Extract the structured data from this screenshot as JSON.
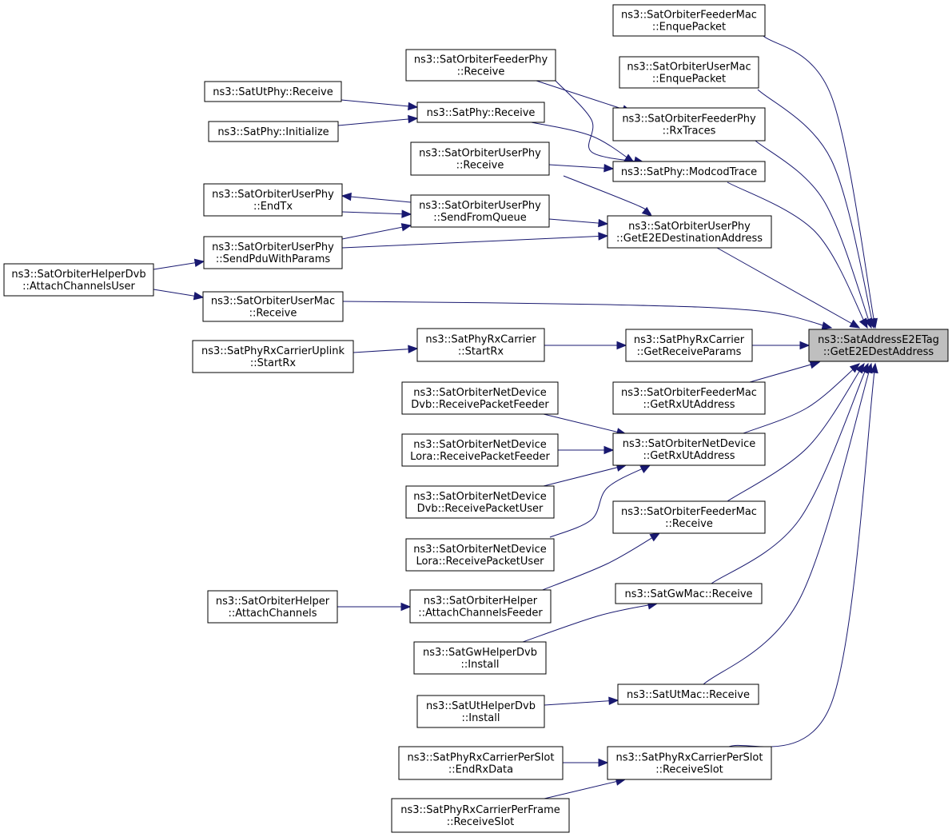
{
  "diagram": {
    "colors": {
      "edge": "#191970",
      "node_border": "#000000",
      "node_fill": "#ffffff",
      "target_fill": "#bfbfbf",
      "background": "#ffffff"
    },
    "target": {
      "id": "target",
      "lines": [
        "ns3::SatAddressE2ETag",
        "::GetE2EDestAddress"
      ]
    },
    "nodes": [
      {
        "id": "feederMacEnque",
        "lines": [
          "ns3::SatOrbiterFeederMac",
          "::EnquePacket"
        ]
      },
      {
        "id": "feederPhyReceive",
        "lines": [
          "ns3::SatOrbiterFeederPhy",
          "::Receive"
        ]
      },
      {
        "id": "userMacEnque",
        "lines": [
          "ns3::SatOrbiterUserMac",
          "::EnquePacket"
        ]
      },
      {
        "id": "utPhyReceive",
        "lines": [
          "ns3::SatUtPhy::Receive"
        ]
      },
      {
        "id": "phyReceive",
        "lines": [
          "ns3::SatPhy::Receive"
        ]
      },
      {
        "id": "feederPhyRxTraces",
        "lines": [
          "ns3::SatOrbiterFeederPhy",
          "::RxTraces"
        ]
      },
      {
        "id": "phyInitialize",
        "lines": [
          "ns3::SatPhy::Initialize"
        ]
      },
      {
        "id": "userPhyReceive",
        "lines": [
          "ns3::SatOrbiterUserPhy",
          "::Receive"
        ]
      },
      {
        "id": "modcodTrace",
        "lines": [
          "ns3::SatPhy::ModcodTrace"
        ]
      },
      {
        "id": "userPhyEndTx",
        "lines": [
          "ns3::SatOrbiterUserPhy",
          "::EndTx"
        ]
      },
      {
        "id": "sendFromQueue",
        "lines": [
          "ns3::SatOrbiterUserPhy",
          "::SendFromQueue"
        ]
      },
      {
        "id": "getE2EDestinationAddress",
        "lines": [
          "ns3::SatOrbiterUserPhy",
          "::GetE2EDestinationAddress"
        ]
      },
      {
        "id": "sendPduWithParams",
        "lines": [
          "ns3::SatOrbiterUserPhy",
          "::SendPduWithParams"
        ]
      },
      {
        "id": "attachChannelsUser",
        "lines": [
          "ns3::SatOrbiterHelperDvb",
          "::AttachChannelsUser"
        ]
      },
      {
        "id": "userMacReceive",
        "lines": [
          "ns3::SatOrbiterUserMac",
          "::Receive"
        ]
      },
      {
        "id": "rxCarrierStartRx",
        "lines": [
          "ns3::SatPhyRxCarrier",
          "::StartRx"
        ]
      },
      {
        "id": "getReceiveParams",
        "lines": [
          "ns3::SatPhyRxCarrier",
          "::GetReceiveParams"
        ]
      },
      {
        "id": "uplinkStartRx",
        "lines": [
          "ns3::SatPhyRxCarrierUplink",
          "::StartRx"
        ]
      },
      {
        "id": "dvbReceiveFeeder",
        "lines": [
          "ns3::SatOrbiterNetDevice",
          "Dvb::ReceivePacketFeeder"
        ]
      },
      {
        "id": "feederMacGetRxUt",
        "lines": [
          "ns3::SatOrbiterFeederMac",
          "::GetRxUtAddress"
        ]
      },
      {
        "id": "loraReceiveFeeder",
        "lines": [
          "ns3::SatOrbiterNetDevice",
          "Lora::ReceivePacketFeeder"
        ]
      },
      {
        "id": "netDeviceGetRxUt",
        "lines": [
          "ns3::SatOrbiterNetDevice",
          "::GetRxUtAddress"
        ]
      },
      {
        "id": "dvbReceiveUser",
        "lines": [
          "ns3::SatOrbiterNetDevice",
          "Dvb::ReceivePacketUser"
        ]
      },
      {
        "id": "feederMacReceive",
        "lines": [
          "ns3::SatOrbiterFeederMac",
          "::Receive"
        ]
      },
      {
        "id": "loraReceiveUser",
        "lines": [
          "ns3::SatOrbiterNetDevice",
          "Lora::ReceivePacketUser"
        ]
      },
      {
        "id": "helperAttachChannels",
        "lines": [
          "ns3::SatOrbiterHelper",
          "::AttachChannels"
        ]
      },
      {
        "id": "attachChannelsFeeder",
        "lines": [
          "ns3::SatOrbiterHelper",
          "::AttachChannelsFeeder"
        ]
      },
      {
        "id": "gwMacReceive",
        "lines": [
          "ns3::SatGwMac::Receive"
        ]
      },
      {
        "id": "gwHelperInstall",
        "lines": [
          "ns3::SatGwHelperDvb",
          "::Install"
        ]
      },
      {
        "id": "utMacReceive",
        "lines": [
          "ns3::SatUtMac::Receive"
        ]
      },
      {
        "id": "utHelperInstall",
        "lines": [
          "ns3::SatUtHelperDvb",
          "::Install"
        ]
      },
      {
        "id": "perSlotEndRxData",
        "lines": [
          "ns3::SatPhyRxCarrierPerSlot",
          "::EndRxData"
        ]
      },
      {
        "id": "perSlotReceiveSlot",
        "lines": [
          "ns3::SatPhyRxCarrierPerSlot",
          "::ReceiveSlot"
        ]
      },
      {
        "id": "perFrameReceiveSlot",
        "lines": [
          "ns3::SatPhyRxCarrierPerFrame",
          "::ReceiveSlot"
        ]
      }
    ],
    "edges": [
      {
        "from": "feederMacEnque",
        "to": "target"
      },
      {
        "from": "userMacEnque",
        "to": "target"
      },
      {
        "from": "feederPhyRxTraces",
        "to": "target"
      },
      {
        "from": "modcodTrace",
        "to": "target"
      },
      {
        "from": "getE2EDestinationAddress",
        "to": "target"
      },
      {
        "from": "userMacReceive",
        "to": "target"
      },
      {
        "from": "getReceiveParams",
        "to": "target"
      },
      {
        "from": "feederMacGetRxUt",
        "to": "target"
      },
      {
        "from": "netDeviceGetRxUt",
        "to": "target"
      },
      {
        "from": "feederMacReceive",
        "to": "target"
      },
      {
        "from": "gwMacReceive",
        "to": "target"
      },
      {
        "from": "utMacReceive",
        "to": "target"
      },
      {
        "from": "perSlotReceiveSlot",
        "to": "target"
      },
      {
        "from": "feederPhyReceive",
        "to": "feederPhyRxTraces"
      },
      {
        "from": "feederPhyReceive",
        "to": "modcodTrace"
      },
      {
        "from": "utPhyReceive",
        "to": "phyReceive"
      },
      {
        "from": "phyInitialize",
        "to": "phyReceive"
      },
      {
        "from": "phyReceive",
        "to": "modcodTrace"
      },
      {
        "from": "userPhyReceive",
        "to": "modcodTrace"
      },
      {
        "from": "userPhyReceive",
        "to": "getE2EDestinationAddress"
      },
      {
        "from": "sendFromQueue",
        "to": "userPhyEndTx"
      },
      {
        "from": "userPhyEndTx",
        "to": "sendFromQueue"
      },
      {
        "from": "sendFromQueue",
        "to": "getE2EDestinationAddress"
      },
      {
        "from": "sendPduWithParams",
        "to": "sendFromQueue"
      },
      {
        "from": "sendPduWithParams",
        "to": "getE2EDestinationAddress"
      },
      {
        "from": "attachChannelsUser",
        "to": "sendPduWithParams"
      },
      {
        "from": "attachChannelsUser",
        "to": "userMacReceive"
      },
      {
        "from": "rxCarrierStartRx",
        "to": "getReceiveParams"
      },
      {
        "from": "uplinkStartRx",
        "to": "rxCarrierStartRx"
      },
      {
        "from": "dvbReceiveFeeder",
        "to": "netDeviceGetRxUt"
      },
      {
        "from": "loraReceiveFeeder",
        "to": "netDeviceGetRxUt"
      },
      {
        "from": "dvbReceiveUser",
        "to": "netDeviceGetRxUt"
      },
      {
        "from": "loraReceiveUser",
        "to": "netDeviceGetRxUt"
      },
      {
        "from": "attachChannelsFeeder",
        "to": "feederMacReceive"
      },
      {
        "from": "helperAttachChannels",
        "to": "attachChannelsFeeder"
      },
      {
        "from": "gwHelperInstall",
        "to": "gwMacReceive"
      },
      {
        "from": "utHelperInstall",
        "to": "utMacReceive"
      },
      {
        "from": "perSlotEndRxData",
        "to": "perSlotReceiveSlot"
      },
      {
        "from": "perFrameReceiveSlot",
        "to": "perSlotReceiveSlot"
      }
    ]
  }
}
